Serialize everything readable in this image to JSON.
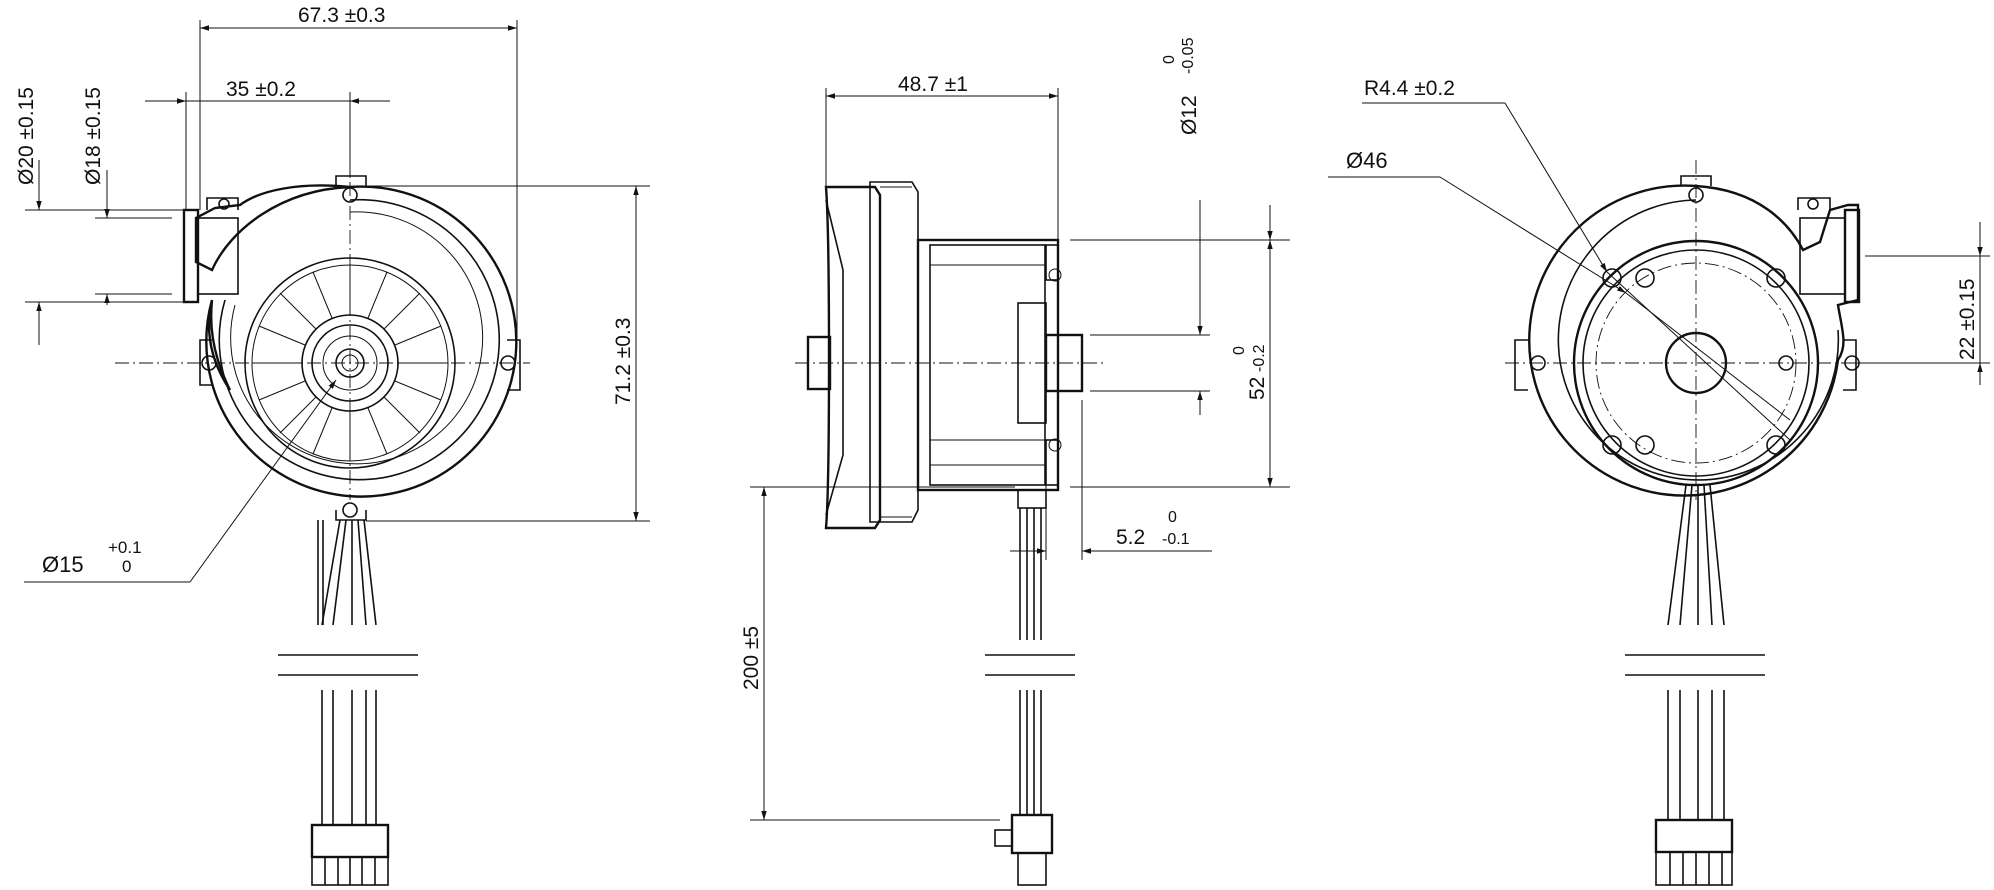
{
  "front_view": {
    "dim_width": "67.3 ±0.3",
    "dim_inlet_offset": "35 ±0.2",
    "dim_outlet_outer": "Ø20 ±0.15",
    "dim_outlet_inner": "Ø18 ±0.15",
    "dim_height": "71.2 ±0.3",
    "dim_hub_main": "Ø15",
    "dim_hub_tol_upper": "+0.1",
    "dim_hub_tol_lower": "0"
  },
  "side_view": {
    "dim_depth": "48.7 ±1",
    "dim_shaft_main": "Ø12",
    "dim_shaft_tol_upper": "0",
    "dim_shaft_tol_lower": "-0.05",
    "dim_body_main": "52",
    "dim_body_tol_upper": "0",
    "dim_body_tol_lower": "-0.2",
    "dim_boss_main": "5.2",
    "dim_boss_tol_upper": "0",
    "dim_boss_tol_lower": "-0.1",
    "dim_cable_length": "200 ±5"
  },
  "rear_view": {
    "dim_radius": "R4.4 ±0.2",
    "dim_mount_circle": "Ø46",
    "dim_outlet_offset": "22 ±0.15"
  }
}
